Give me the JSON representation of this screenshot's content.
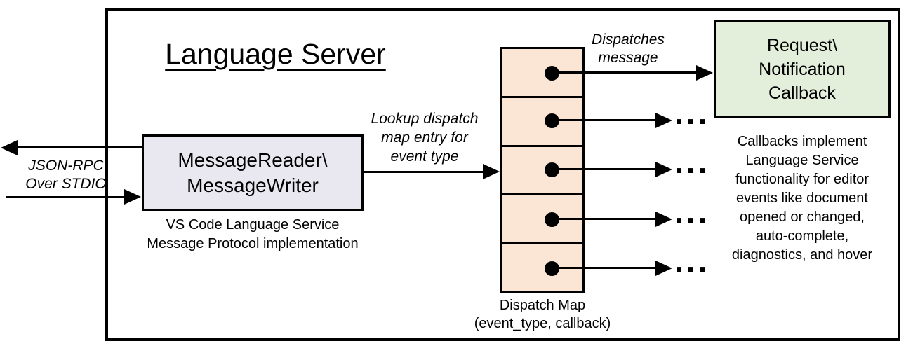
{
  "diagram": {
    "title": "Language Server",
    "stdio": {
      "label": "JSON-RPC\nOver STDIO"
    },
    "reader": {
      "label": "MessageReader\\\nMessageWriter",
      "caption": "VS Code Language Service\nMessage Protocol implementation"
    },
    "lookup_label": "Lookup dispatch\nmap entry for\nevent type",
    "dispatches_label": "Dispatches\nmessage",
    "dispatch_map": {
      "row_count": 5,
      "caption": "Dispatch Map\n(event_type, callback)"
    },
    "callback": {
      "label": "Request\\\nNotification\nCallback",
      "caption": "Callbacks implement\nLanguage Service\nfunctionality for editor\nevents like document\nopened or changed,\nauto-complete,\ndiagnostics, and hover"
    },
    "ellipsis": "...",
    "colors": {
      "reader_fill": "#E9E8F0",
      "map_fill": "#FBE6D6",
      "callback_fill": "#E3EEDB",
      "line": "#000000"
    }
  }
}
